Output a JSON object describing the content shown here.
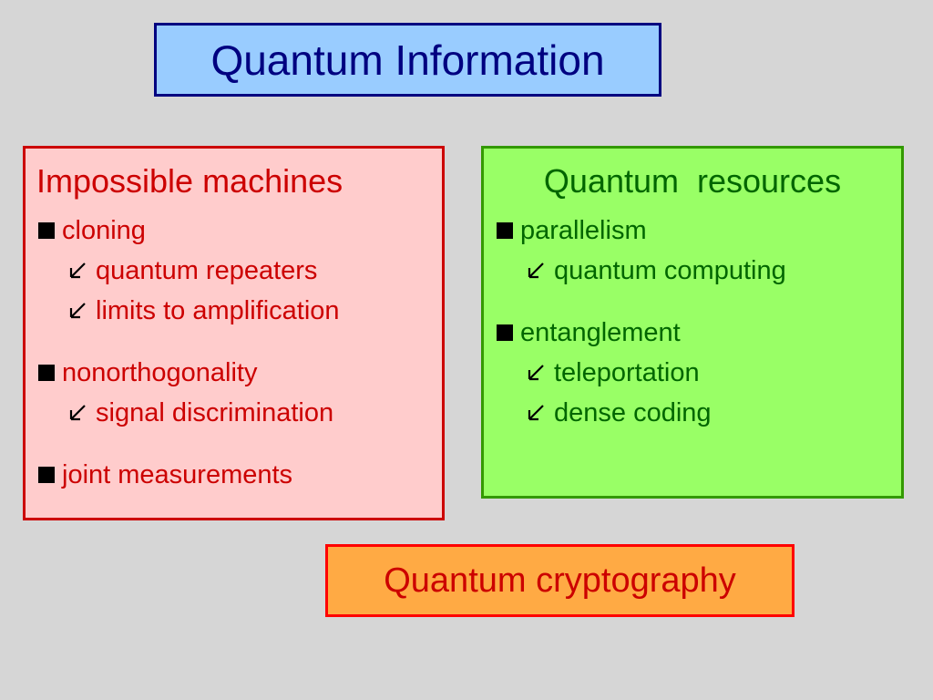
{
  "title": "Quantum Information",
  "impossible_machines": {
    "heading": "Impossible machines",
    "items": [
      {
        "label": "cloning",
        "subitems": [
          "quantum repeaters",
          "limits to amplification"
        ]
      },
      {
        "label": "nonorthogonality",
        "subitems": [
          "signal discrimination"
        ]
      },
      {
        "label": "joint measurements",
        "subitems": []
      }
    ]
  },
  "quantum_resources": {
    "heading": "Quantum  resources",
    "items": [
      {
        "label": "parallelism",
        "subitems": [
          "quantum computing"
        ]
      },
      {
        "label": "entanglement",
        "subitems": [
          "teleportation",
          "dense coding"
        ]
      }
    ]
  },
  "cryptography": "Quantum cryptography",
  "colors": {
    "background": "#d6d6d6",
    "title_fill": "#99ccff",
    "title_text": "#000080",
    "left_fill": "#ffcccc",
    "left_text": "#cc0000",
    "right_fill": "#99ff66",
    "right_text": "#006600",
    "crypto_fill": "#ffaa44",
    "crypto_border": "#ff0000"
  },
  "icons": {
    "bullet": "black-square-bullet-icon",
    "subbullet": "arrow-down-left-icon"
  }
}
